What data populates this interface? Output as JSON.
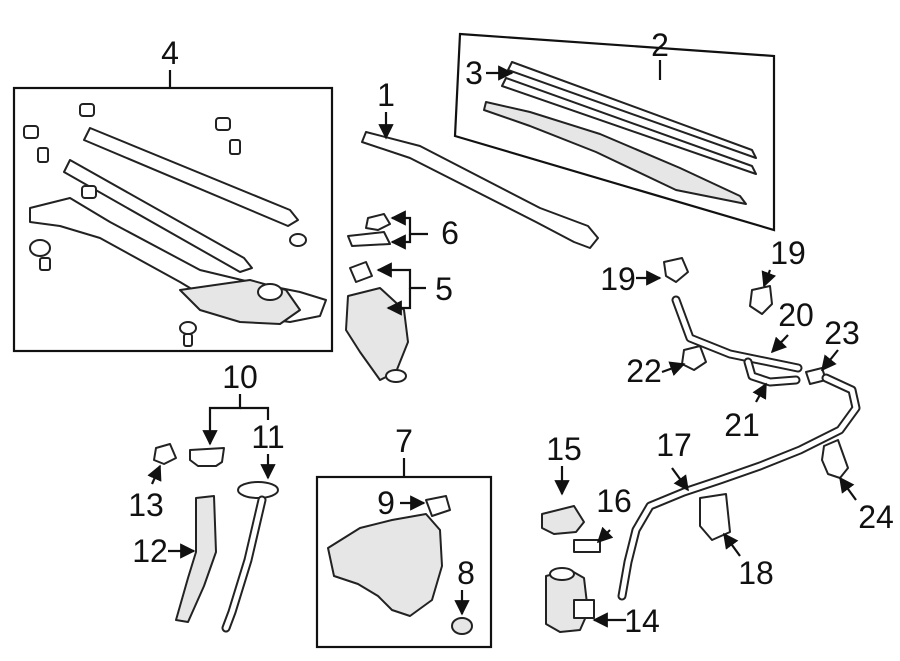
{
  "callouts": {
    "c1": "1",
    "c2": "2",
    "c3": "3",
    "c4": "4",
    "c5": "5",
    "c6": "6",
    "c7": "7",
    "c8": "8",
    "c9": "9",
    "c10": "10",
    "c11": "11",
    "c12": "12",
    "c13": "13",
    "c14": "14",
    "c15": "15",
    "c16": "16",
    "c17": "17",
    "c18": "18",
    "c19a": "19",
    "c19b": "19",
    "c20": "20",
    "c21": "21",
    "c22": "22",
    "c23": "23",
    "c24": "24"
  }
}
